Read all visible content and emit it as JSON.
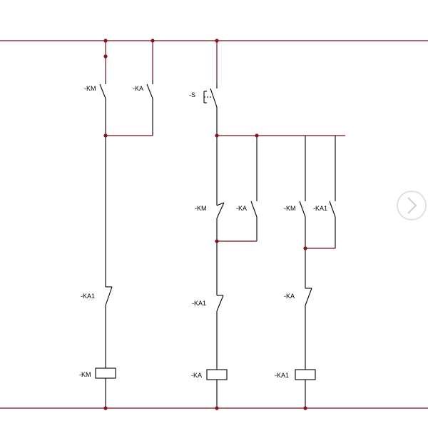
{
  "labels": {
    "branch1": {
      "km_contact": "-KM",
      "ka_contact": "-KA",
      "ka1_contact": "-KA1",
      "coil": "-KM"
    },
    "branch2": {
      "start_switch": "-S",
      "km_contact": "-KM",
      "ka_contact": "-KA",
      "ka1_contact": "-KA1",
      "coil": "-KA"
    },
    "branch3": {
      "km_contact": "-KM",
      "ka1_contact": "-KA1",
      "ka_contact": "-KA",
      "coil": "-KA1"
    }
  },
  "colors": {
    "wire": "#7a0f1a",
    "component": "#000000",
    "node": "#8b1020"
  },
  "nav": {
    "icon": "chevron-right-icon"
  }
}
